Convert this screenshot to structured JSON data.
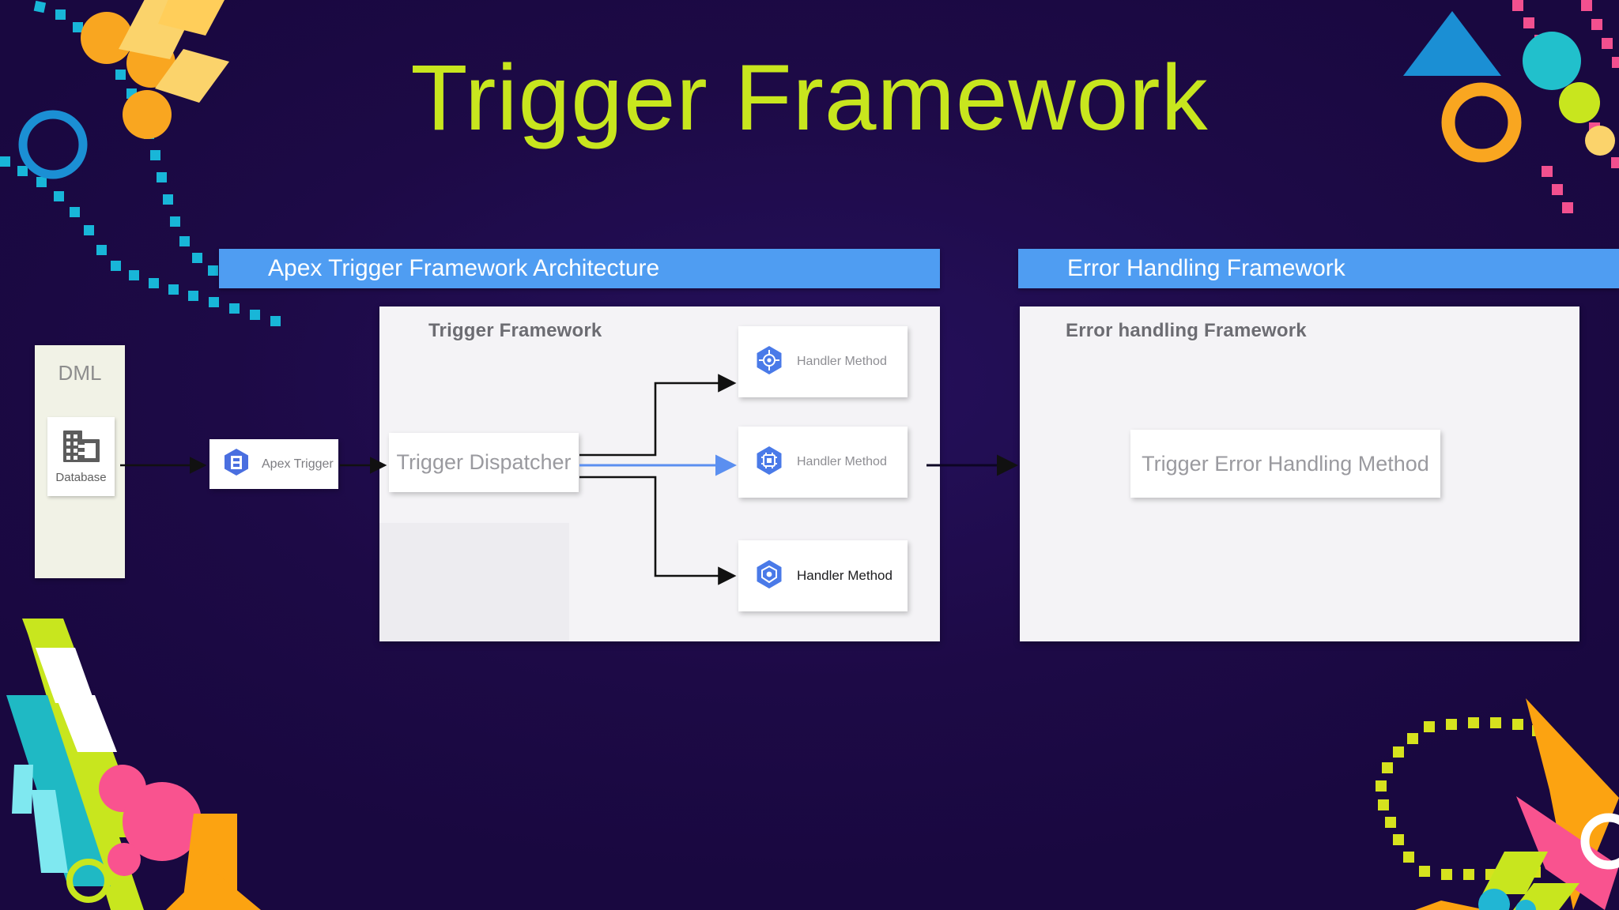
{
  "slide": {
    "title": "Trigger Framework",
    "background_color": "#1d0a46",
    "title_color": "#c8e61e"
  },
  "sections": [
    {
      "ribbon_label": "Apex Trigger Framework Architecture",
      "ribbon_color": "#4f9df2",
      "panel_title": "Trigger Framework"
    },
    {
      "ribbon_label": "Error Handling Framework",
      "ribbon_color": "#4f9df2",
      "panel_title": "Error handling Framework"
    }
  ],
  "dml": {
    "label": "DML",
    "database_label": "Database",
    "database_icon": "database-icon"
  },
  "nodes": {
    "apex_trigger": {
      "label": "Apex Trigger",
      "icon": "apex-trigger-hex-icon"
    },
    "dispatcher": {
      "label": "Trigger Dispatcher"
    },
    "handlers": [
      {
        "label": "Handler Method",
        "icon": "compass-hex-icon",
        "arrow_color": "#1a1a1a"
      },
      {
        "label": "Handler Method",
        "icon": "chip-hex-icon",
        "arrow_color": "#5b8ff0"
      },
      {
        "label": "Handler Method",
        "icon": "shield-hex-icon",
        "arrow_color": "#1a1a1a"
      }
    ],
    "error_method": {
      "label": "Trigger Error Handling Method"
    }
  },
  "decor_colors": {
    "orange": "#f9a620",
    "orange_bright": "#fca311",
    "cyan": "#21b6d4",
    "blue": "#1b8fd4",
    "lime": "#c8e61e",
    "pink": "#f9538f",
    "pink_dot": "#f2508f",
    "teal": "#1fb9c4",
    "light_cyan": "#7fe8f0",
    "yellow": "#fbd36b",
    "white": "#ffffff"
  }
}
